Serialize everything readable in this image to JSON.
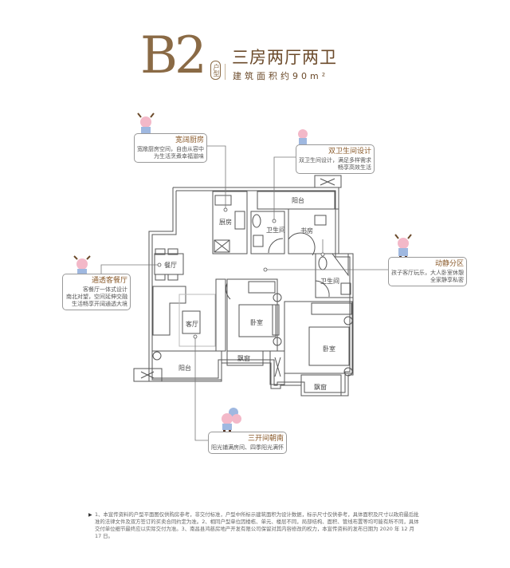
{
  "header": {
    "unit_code": "B2",
    "unit_tag": "户型",
    "layout": "三房两厅两卫",
    "area": "建筑面积约90m²"
  },
  "rooms": {
    "balcony_top": "阳台",
    "kitchen": "厨房",
    "bathroom_1": "卫生间",
    "study": "书房",
    "dining": "餐厅",
    "bathroom_2": "卫生间",
    "living": "客厅",
    "bedroom_1": "卧室",
    "bedroom_2": "卧室",
    "balcony_bottom": "阳台",
    "bay_window_1": "飘窗",
    "bay_window_2": "飘窗"
  },
  "callouts": {
    "kitchen": {
      "title": "宽阔厨房",
      "line1": "宽敞厨房空间，自由从容中",
      "line2": "为生活烹煮幸福滋味"
    },
    "bathroom": {
      "title": "双卫生间设计",
      "line1": "双卫生间设计，满足多样需求",
      "line2": "畅享高效生活"
    },
    "dining": {
      "title": "通透客餐厅",
      "line1": "客餐厅一体式设计",
      "line2": "南北对望，空间延伸交融",
      "line3": "生活畅享开阔通透大境"
    },
    "zoning": {
      "title": "动静分区",
      "line1": "孩子客厅玩乐，大人卧室休憩",
      "line2": "全家静享私密"
    },
    "sunlight": {
      "title": "三开间朝南",
      "line1": "阳光铺满房间、四季阳光满怀"
    }
  },
  "footnote": "1、本宣传资料的户型平面图仅供购房参考，非交付标准，户型中所标示建筑面积为设计数据，标示尺寸仅供参考，具体面积及尺寸以政府最后批准的法律文件及双方签订的买卖合同约定为准。2、相同户型单位因楼栋、单元、楼层不同，局部结构、面积、管线布置等均可能有所不同，具体交付单位细节最终应以实际交付为准。3、南昌县鸿慈房地产开发有限公司保留对其内容修改的权力，本宣传资料的发布日期为 2020 年 12 月 17 日。",
  "colors": {
    "brand": "#8a6a45",
    "wall": "#555555"
  }
}
